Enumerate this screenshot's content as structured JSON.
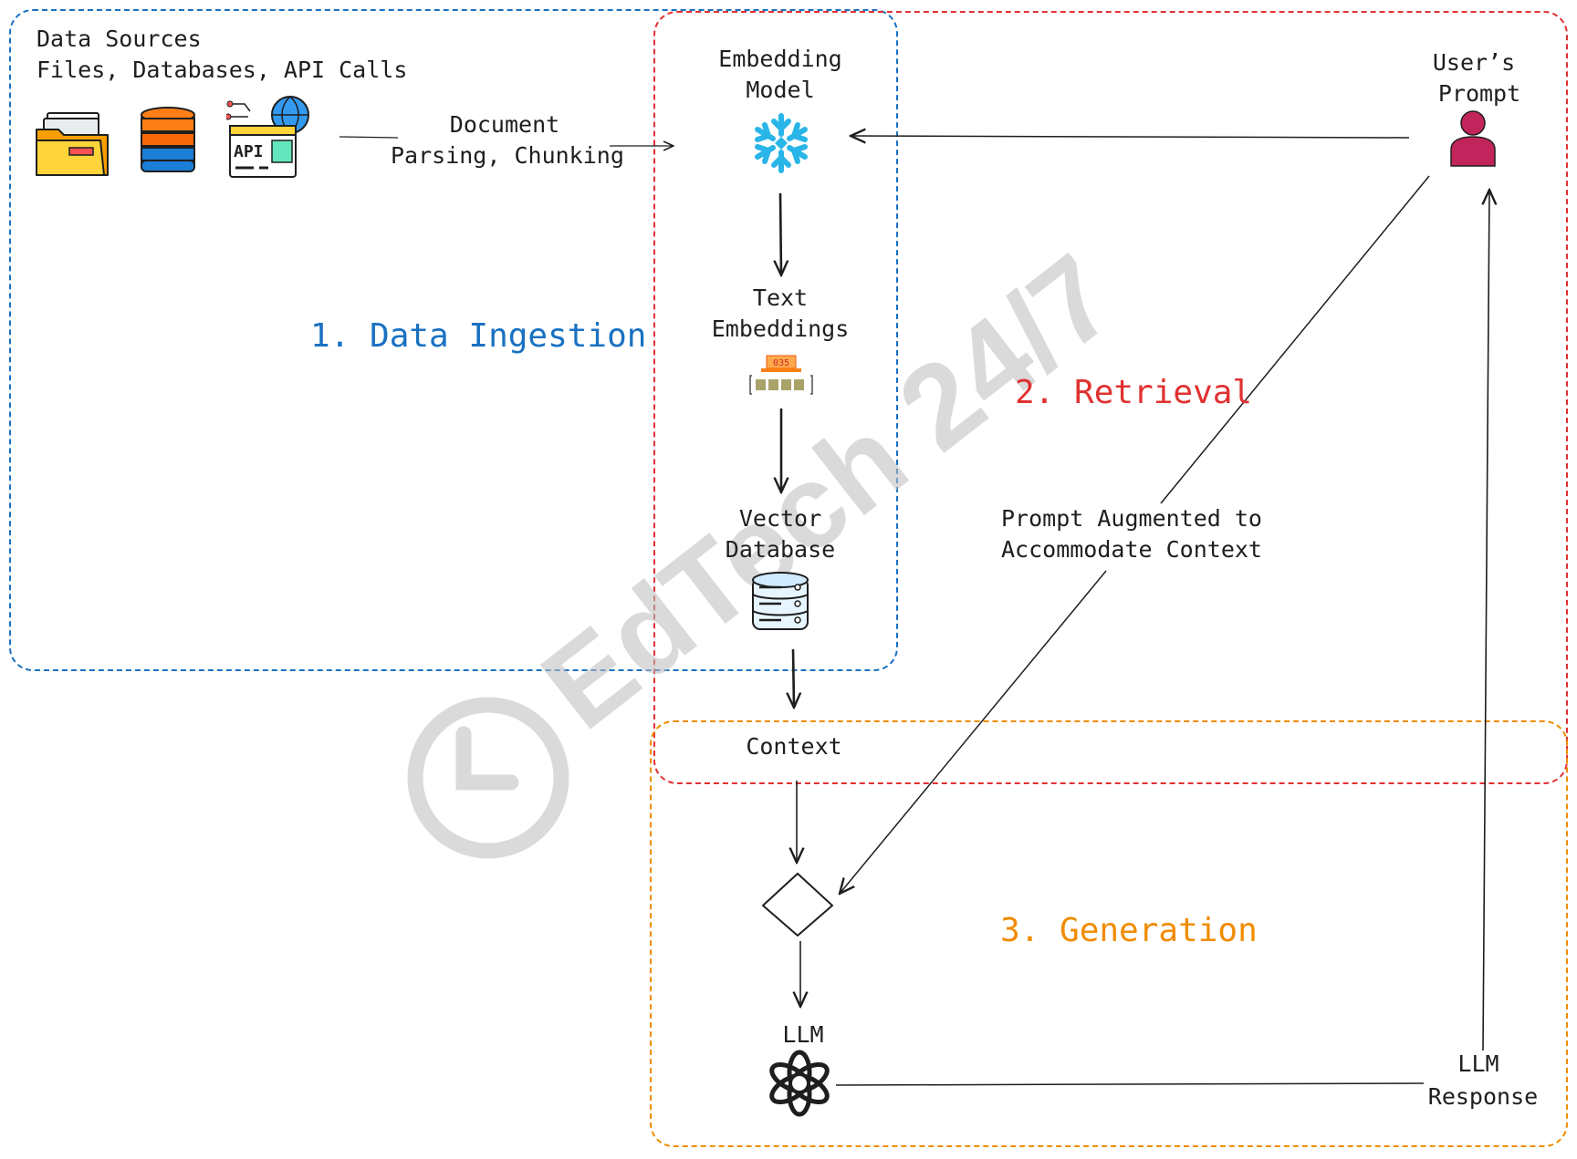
{
  "colors": {
    "ingestion": "#1971c2",
    "retrieval": "#e03131",
    "generation": "#f08c00",
    "stroke": "#1e1e1e",
    "user_icon": "#c2255c",
    "watermark": "#bdbdbd"
  },
  "sections": {
    "ingestion": "1. Data Ingestion",
    "retrieval": "2. Retrieval",
    "generation": "3. Generation"
  },
  "data_sources": {
    "title": "Data Sources",
    "subtitle": "Files, Databases, API Calls",
    "icons": [
      "folder-icon",
      "database-stack-icon",
      "api-icon"
    ]
  },
  "labels": {
    "document_parsing_line1": "Document",
    "document_parsing_line2": "Parsing, Chunking",
    "embedding_model_line1": "Embedding",
    "embedding_model_line2": "Model",
    "text_embeddings_line1": "Text",
    "text_embeddings_line2": "Embeddings",
    "embedding_badge": "035",
    "vector_db_line1": "Vector",
    "vector_db_line2": "Database",
    "users_prompt_line1": "User’s",
    "users_prompt_line2": "Prompt",
    "prompt_augmented_line1": "Prompt Augmented to",
    "prompt_augmented_line2": "Accommodate Context",
    "context": "Context",
    "llm": "LLM",
    "llm_response_line1": "LLM",
    "llm_response_line2": "Response",
    "api_text": "API"
  },
  "watermark": {
    "text": "EdTech 24/7",
    "icon": "clock-icon"
  }
}
